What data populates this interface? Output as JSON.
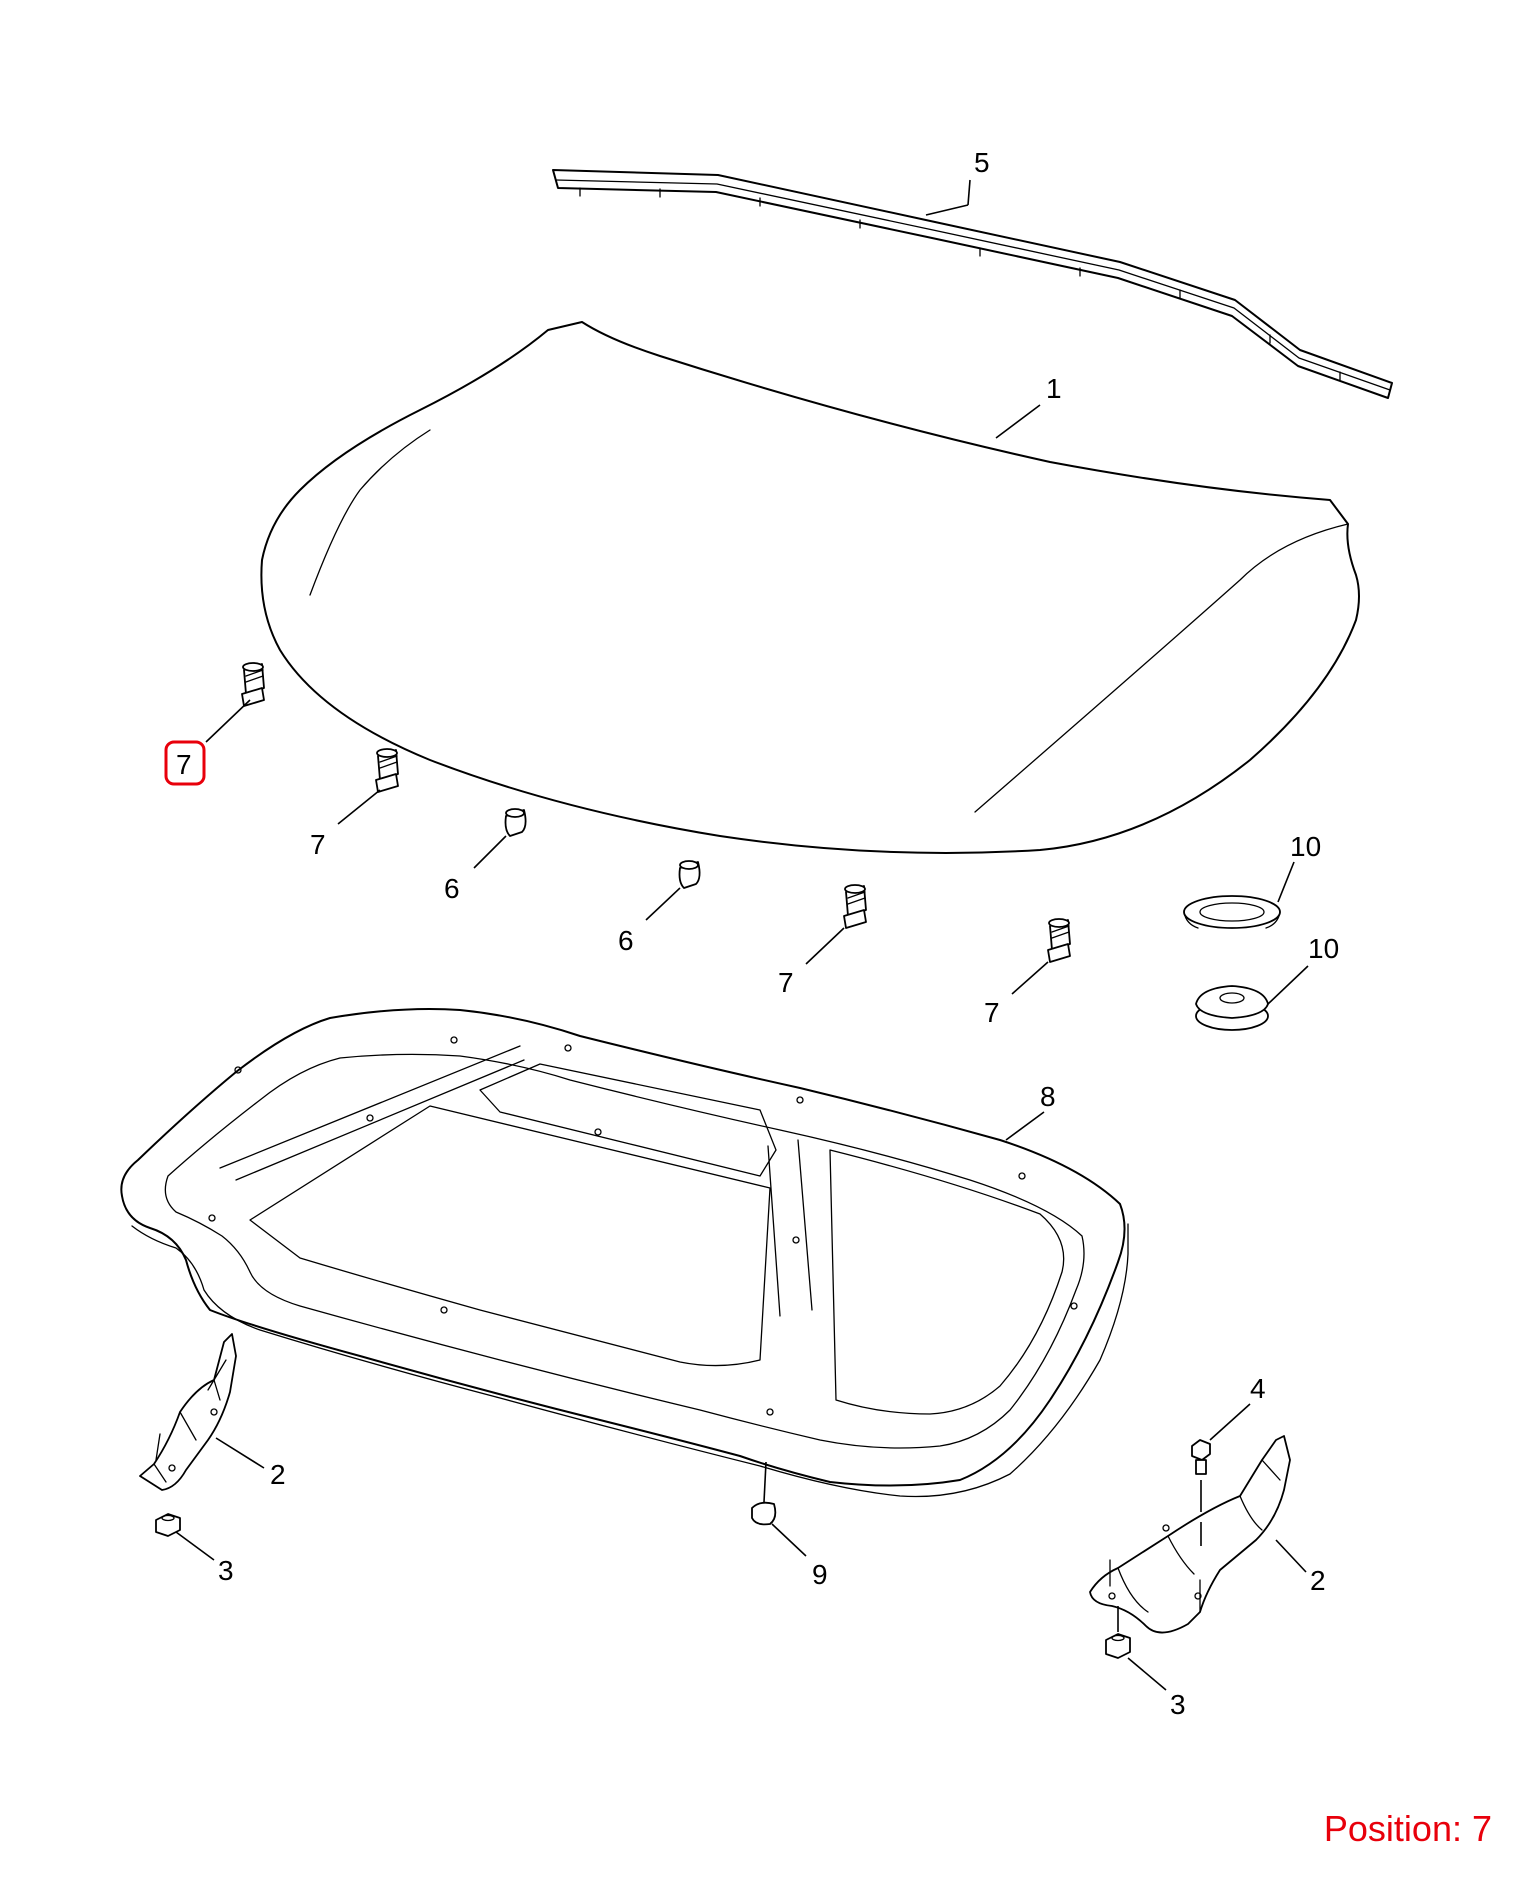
{
  "callouts": {
    "c1": "1",
    "c2a": "2",
    "c2b": "2",
    "c3a": "3",
    "c3b": "3",
    "c4": "4",
    "c5": "5",
    "c6a": "6",
    "c6b": "6",
    "c7a": "7",
    "c7b": "7",
    "c7c": "7",
    "c7d": "7",
    "c8": "8",
    "c9": "9",
    "c10a": "10",
    "c10b": "10"
  },
  "highlight": {
    "label": "7",
    "color": "#e8000b"
  },
  "position_label": "Position: 7"
}
